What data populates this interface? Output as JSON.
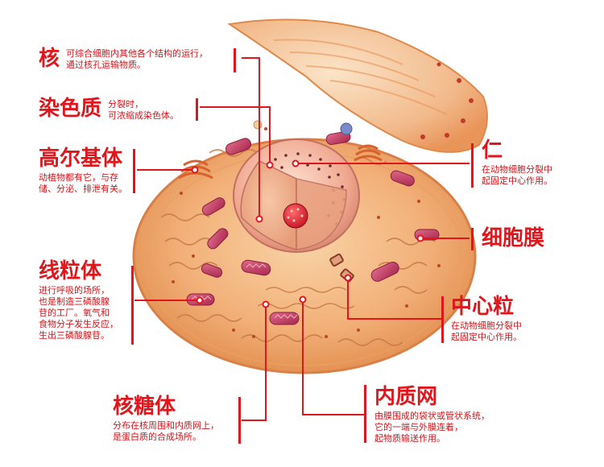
{
  "labels": {
    "nucleus": {
      "title": "核",
      "desc": "可综合细胞内其他各个结构的运行，\n通过核孔运输物质。"
    },
    "chromatin": {
      "title": "染色质",
      "desc": "分裂时，\n可浓缩成染色体。"
    },
    "golgi": {
      "title": "高尔基体",
      "desc": "动植物都有它，与存\n储、分泌、排泄有关。"
    },
    "mitochondria": {
      "title": "线粒体",
      "desc": "进行呼吸的场所，\n也是制造三磷酸腺\n苷的工厂。氧气和\n食物分子发生反应，\n生出三磷酸腺苷。"
    },
    "ribosome": {
      "title": "核糖体",
      "desc": "分布在核周围和内质网上，\n是蛋白质的合成场所。"
    },
    "nucleolus": {
      "title": "仁",
      "desc": "在动物细胞分裂中\n起固定中心作用。"
    },
    "membrane": {
      "title": "细胞膜",
      "desc": ""
    },
    "centriole": {
      "title": "中心粒",
      "desc": "在动物细胞分裂中\n起固定中心作用。"
    },
    "er": {
      "title": "内质网",
      "desc": "由膜围成的袋状或管状系统，\n它的一端与外膜连着，\n起物质输送作用。"
    }
  },
  "colors": {
    "accent": "#e0161c",
    "cytoplasm": "#f4b27a",
    "membrane": "#e9955a",
    "mitochondria": "#c2446a",
    "nucleus": "#f0b79a"
  }
}
